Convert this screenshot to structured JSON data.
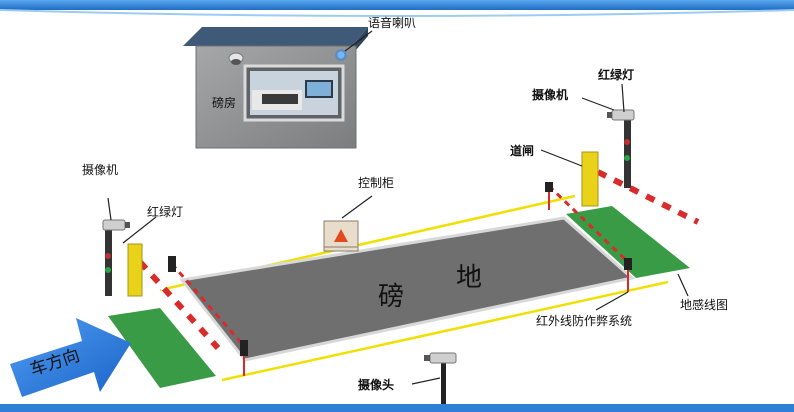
{
  "diagram": {
    "labels": {
      "speaker": "语音喇叭",
      "weighbridge_room": "磅房",
      "camera_top_right": "摄像机",
      "traffic_light_top_right": "红绿灯",
      "barrier_gate": "道闸",
      "camera_left": "摄像机",
      "traffic_light_left": "红绿灯",
      "control_cabinet": "控制柜",
      "ground_loop": "地感线图",
      "infrared_system": "红外线防作弊系统",
      "camera_head": "摄像头",
      "direction": "车方向",
      "scale_char_1": "磅",
      "scale_char_2": "地"
    },
    "colors": {
      "top_band": "#2f7fd6",
      "scale_platform": "#6f6f6f",
      "green_pad": "#3a9b47",
      "yellow_line": "#f0e000",
      "barrier_red": "#d92b2b",
      "arrow_blue": "#2a7de1",
      "building": "#8f9193",
      "cabinet": "#e8dccb"
    }
  }
}
